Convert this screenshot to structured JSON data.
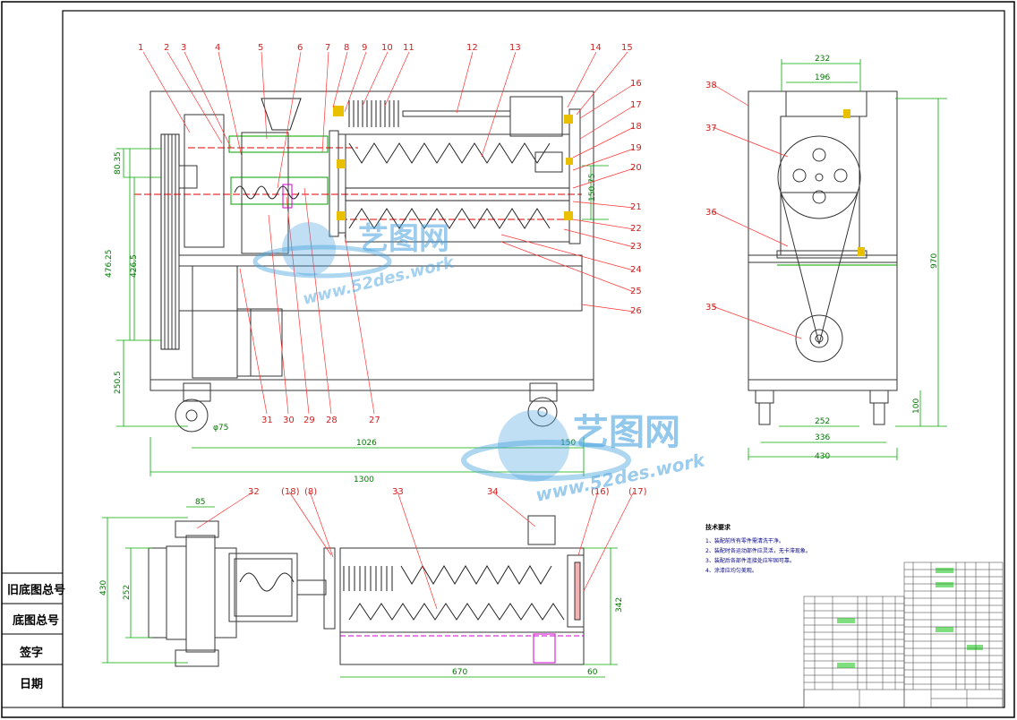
{
  "balloons_top": [
    "1",
    "2",
    "3",
    "4",
    "5",
    "6",
    "7",
    "8",
    "9",
    "10",
    "11",
    "12",
    "13",
    "14",
    "15"
  ],
  "balloons_right": [
    "16",
    "17",
    "18",
    "19",
    "20",
    "21",
    "22",
    "23",
    "24",
    "25",
    "26"
  ],
  "balloons_bottom": [
    "31",
    "30",
    "29",
    "28",
    "27"
  ],
  "balloons_side": [
    "38",
    "37",
    "36",
    "35"
  ],
  "balloons_plan": [
    "32",
    "(18)",
    "(8)",
    "33",
    "34",
    "(16)",
    "(17)"
  ],
  "dims": {
    "d_1300": "1300",
    "d_1026": "1026",
    "d_150": "150",
    "d_476": "476.25",
    "d_426": "426.5",
    "d_250": "250.5",
    "d_80": "80.35",
    "d_150r": "150.75",
    "d_75": "φ75",
    "d_232": "232",
    "d_196": "196",
    "d_970": "970",
    "d_100": "100",
    "d_252s": "252",
    "d_336": "336",
    "d_430s": "430",
    "d_85": "85",
    "d_430p": "430",
    "d_252p": "252",
    "d_342": "342",
    "d_670": "670",
    "d_60": "60"
  },
  "watermark": {
    "name": "艺图网",
    "url": "www.52des.work"
  },
  "side_block": {
    "old_number": "旧底图总号",
    "base_number": "底图总号",
    "signature": "签字",
    "date": "日期"
  },
  "tech_req": {
    "title": "技术要求",
    "lines": [
      "1、装配前所有零件需清洗干净。",
      "2、装配时各运动部件应灵活，无卡滞现象。",
      "3、装配后各部件连接处应牢固可靠。",
      "4、涂漆应均匀美观。"
    ]
  },
  "colors": {
    "outline": "#333333",
    "green": "#00a000",
    "red": "#e00000",
    "magenta": "#d000d0",
    "yellow": "#e8c000",
    "dim": "#00aa00",
    "balloon": "#ff3333"
  }
}
